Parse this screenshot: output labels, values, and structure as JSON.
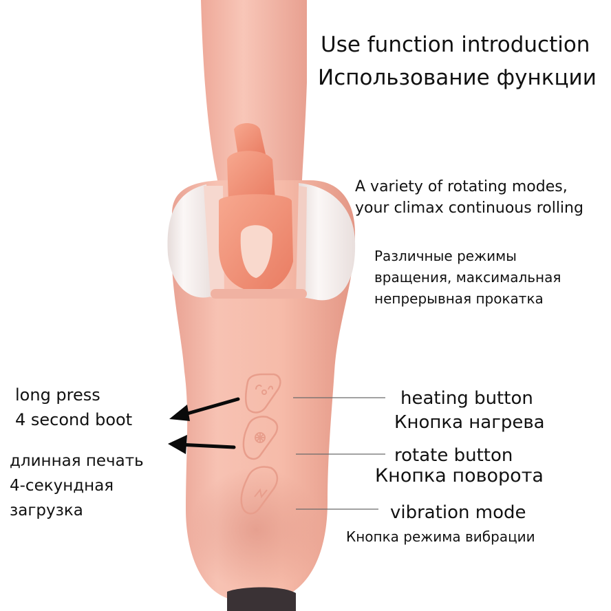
{
  "title": {
    "en": "Use function introduction",
    "ru": "Использование функции"
  },
  "feature": {
    "en": "A variety of rotating modes,\nyour climax continuous rolling",
    "ru": "Различные режимы\nвращения, максимальная\nнепрерывная прокатка"
  },
  "long_press": {
    "en": "long press\n4 second boot",
    "ru": "длинная печать\n4-секундная\nзагрузка"
  },
  "buttons": [
    {
      "en": "heating button",
      "ru": "Кнопка нагрева",
      "icon": "heat-icon"
    },
    {
      "en": "rotate button",
      "ru": "Кнопка поворота",
      "icon": "rotate-icon"
    },
    {
      "en": "vibration mode",
      "ru": "Кнопка режима вибрации",
      "icon": "vibration-icon"
    }
  ],
  "colors": {
    "body": "#f4b7a6",
    "body_shadow": "#e59c8b",
    "head_white": "#f5efee",
    "tongue": "#f08e72",
    "background": "#ffffff"
  }
}
